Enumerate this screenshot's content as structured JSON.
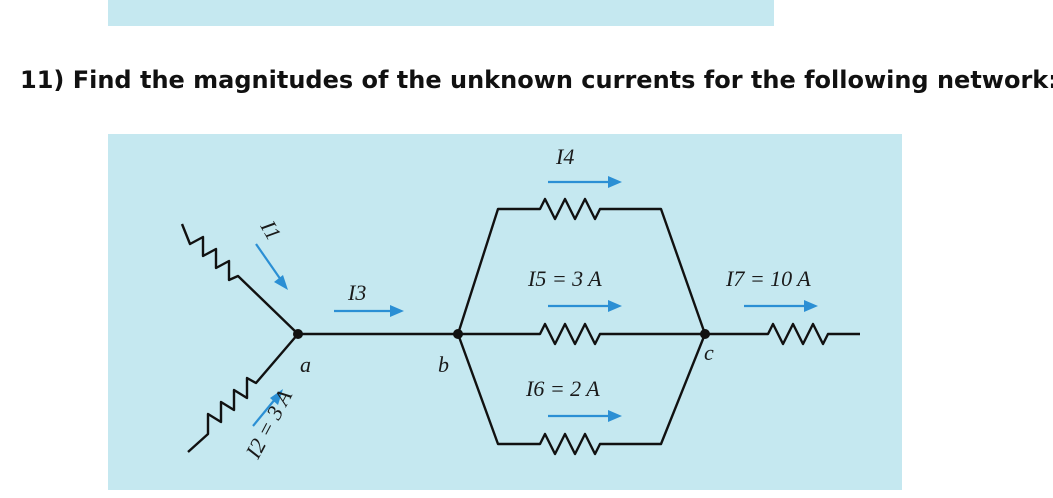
{
  "question": {
    "text": "11) Find the magnitudes of the unknown currents for the following network:"
  },
  "figure": {
    "nodes": {
      "a": "a",
      "b": "b",
      "c": "c"
    },
    "currents": {
      "i1": "I1",
      "i2": "I2 = 3 A",
      "i3": "I3",
      "i4": "I4",
      "i5": "I5 = 3 A",
      "i6": "I6 = 2 A",
      "i7": "I7 = 10 A"
    },
    "colors": {
      "background": "#c5e8f0",
      "arrow": "#2b8fd4",
      "wire": "#111111"
    }
  }
}
